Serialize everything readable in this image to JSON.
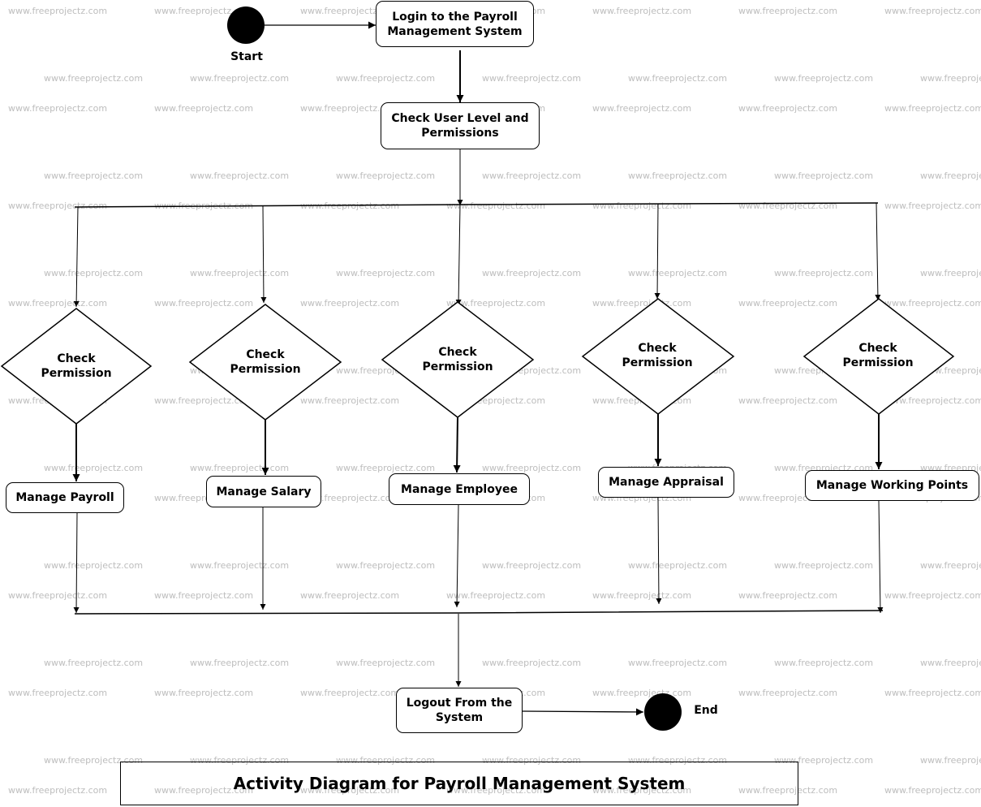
{
  "diagram": {
    "title": "Activity Diagram for Payroll Management System",
    "watermark": "www.freeprojectz.com",
    "start_label": "Start",
    "end_label": "End",
    "login": "Login to the Payroll Management System",
    "check_user": "Check User Level and Permissions",
    "decisions": [
      "Check Permission",
      "Check Permission",
      "Check Permission",
      "Check Permission",
      "Check Permission"
    ],
    "activities": [
      "Manage Payroll",
      "Manage Salary",
      "Manage Employee",
      "Manage Appraisal",
      "Manage Working Points"
    ],
    "logout": "Logout From the System"
  }
}
